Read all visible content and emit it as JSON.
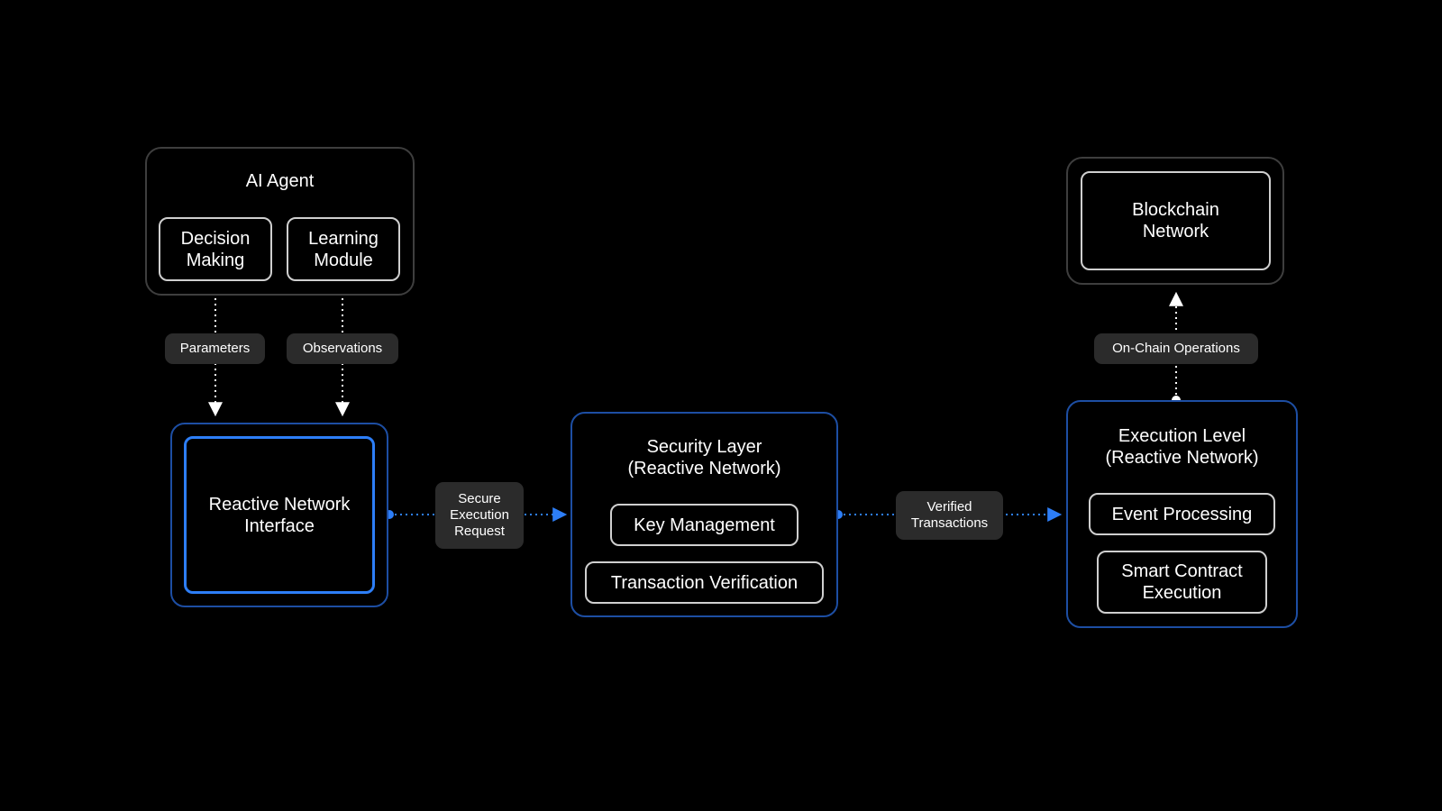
{
  "ai_agent": {
    "title": "AI Agent",
    "decision_making": "Decision\nMaking",
    "learning_module": "Learning\nModule"
  },
  "labels": {
    "parameters": "Parameters",
    "observations": "Observations",
    "secure_execution_request": "Secure\nExecution\nRequest",
    "verified_transactions": "Verified\nTransactions",
    "on_chain_operations": "On-Chain Operations"
  },
  "reactive_interface": {
    "label": "Reactive Network\nInterface"
  },
  "security_layer": {
    "title": "Security Layer\n(Reactive Network)",
    "key_management": "Key Management",
    "transaction_verification": "Transaction Verification"
  },
  "execution_level": {
    "title": "Execution Level\n(Reactive Network)",
    "event_processing": "Event Processing",
    "smart_contract_execution": "Smart Contract\nExecution"
  },
  "blockchain": {
    "label": "Blockchain\nNetwork"
  },
  "colors": {
    "background": "#000000",
    "accent_blue": "#2d7ef7",
    "group_blue_border": "#1d4ea3",
    "group_gray_border": "#3e3e3e",
    "pill_background": "#2b2b2b",
    "connector_white": "#ffffff"
  }
}
